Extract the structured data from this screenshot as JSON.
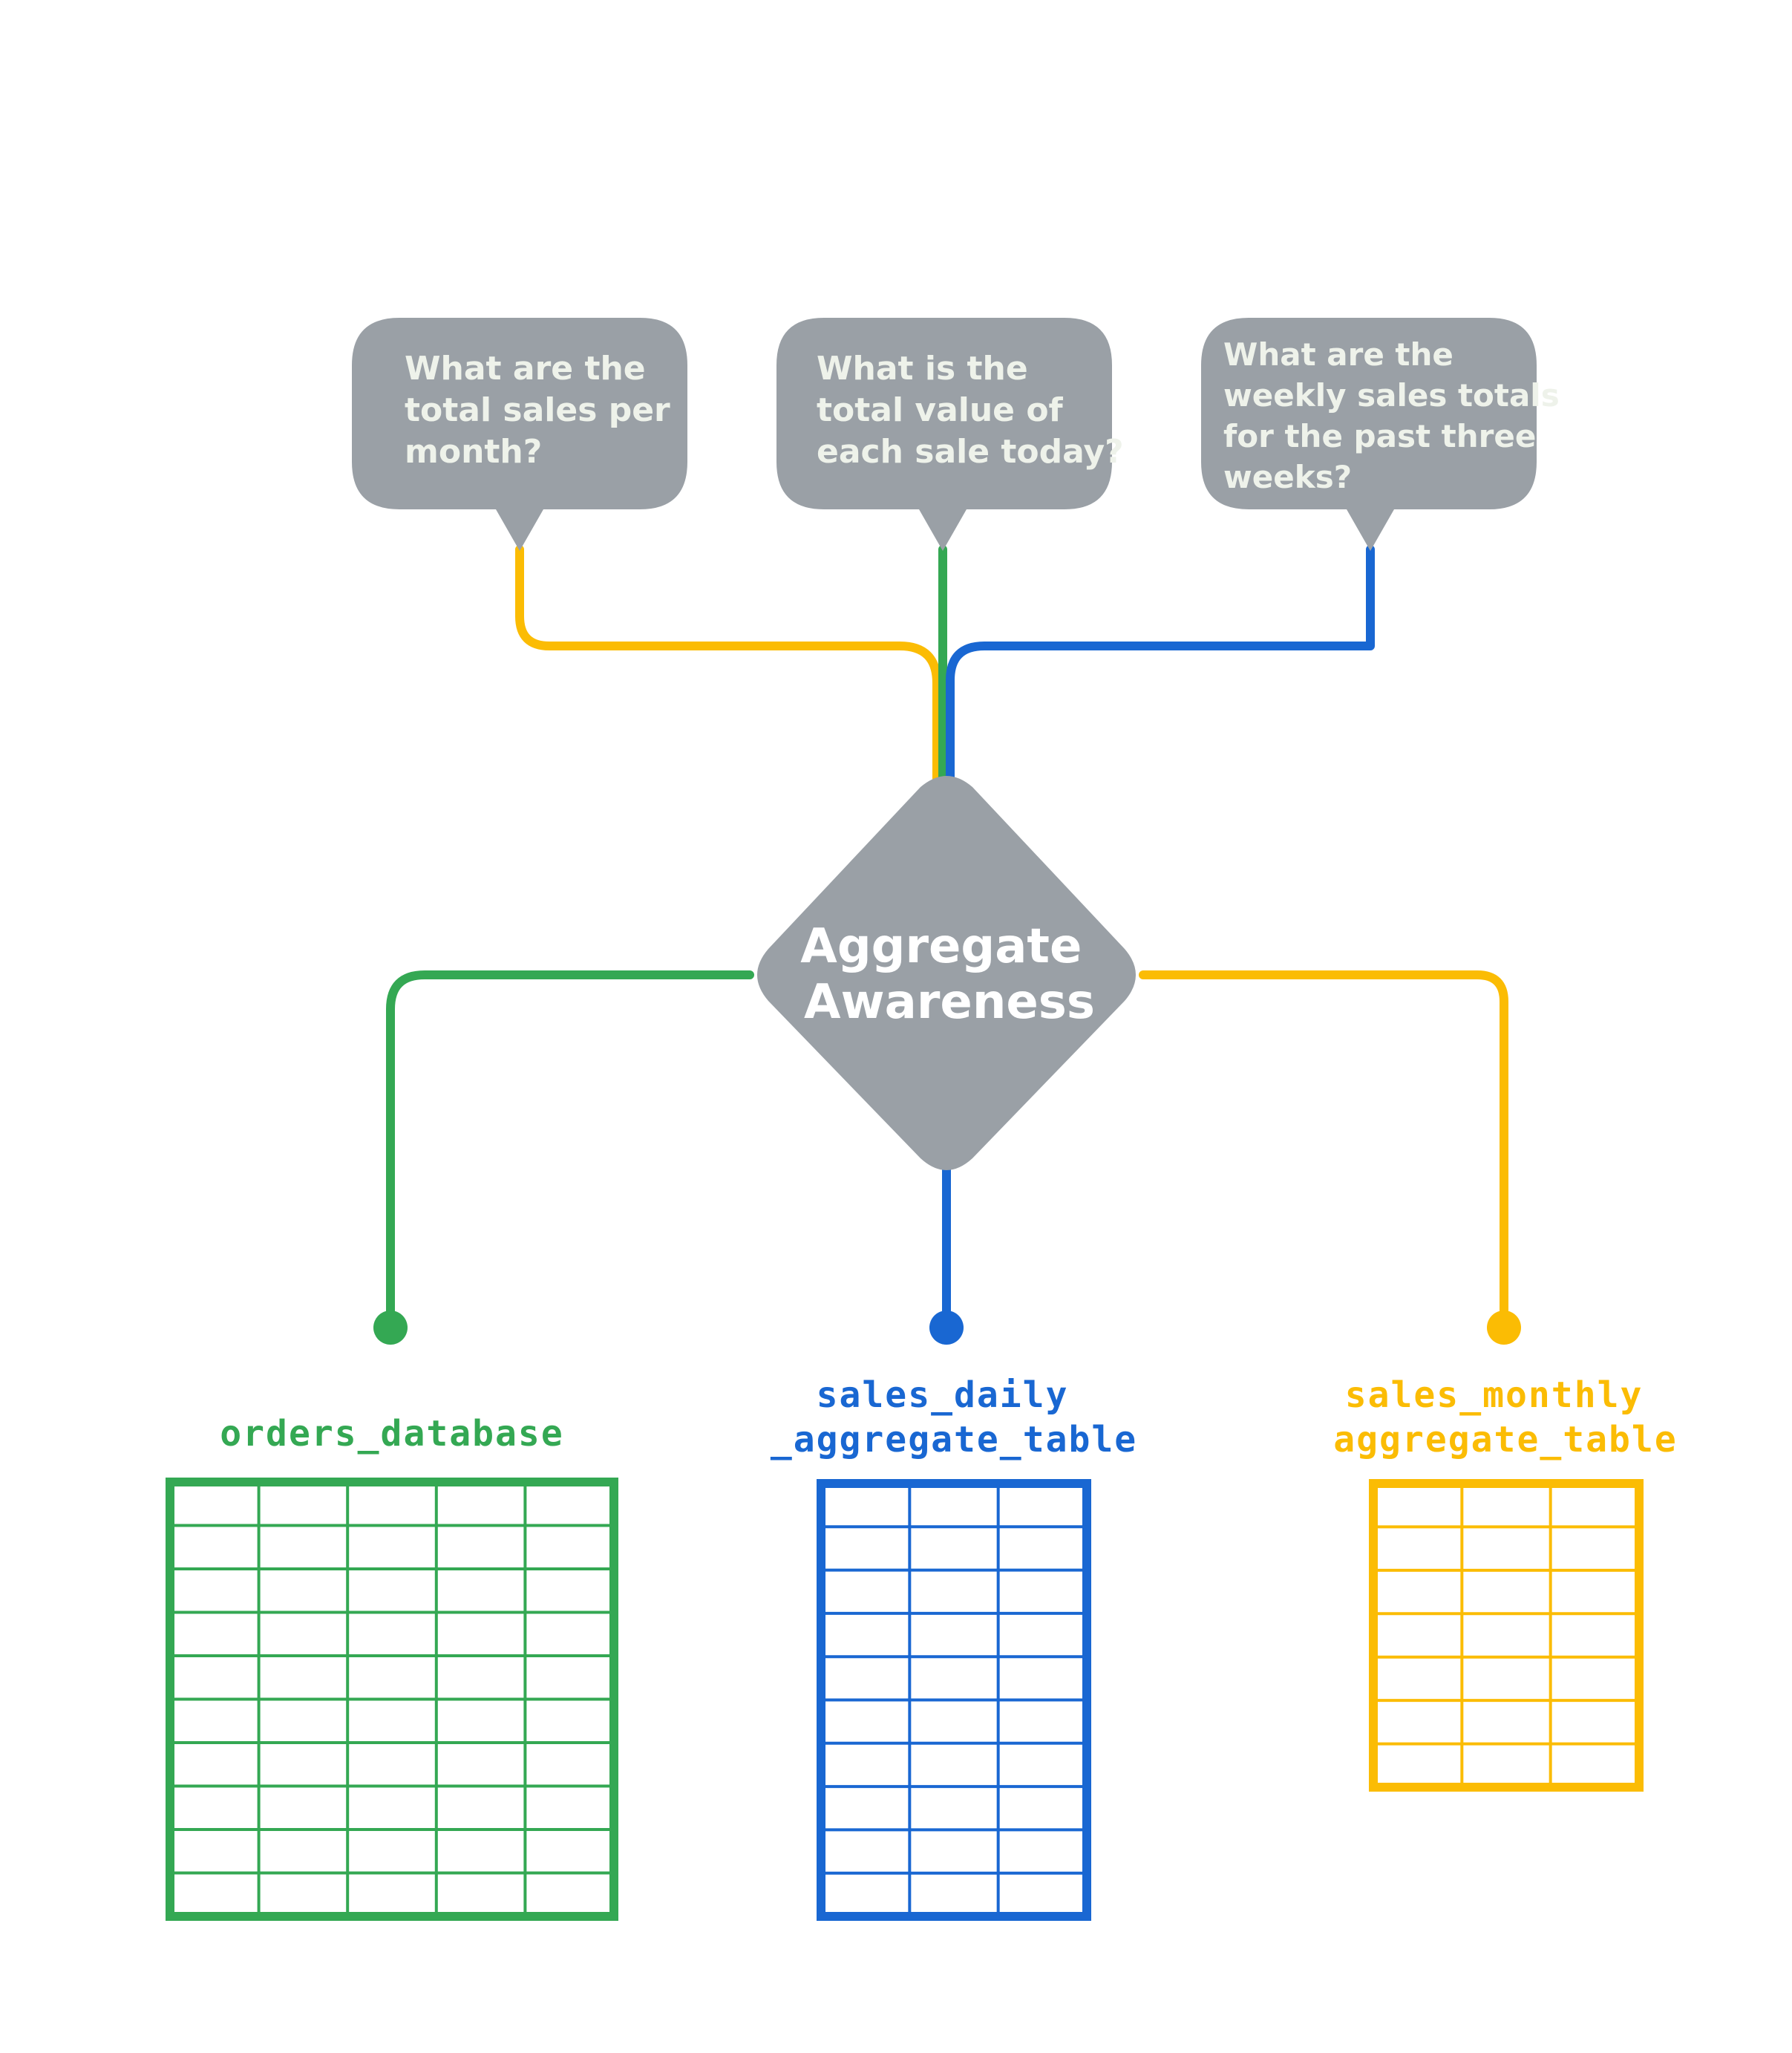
{
  "questions": [
    {
      "lines": [
        "What are the",
        "total sales per",
        "month?"
      ]
    },
    {
      "lines": [
        "What is the",
        "total value of",
        "each sale today?"
      ]
    },
    {
      "lines": [
        "What are the",
        "weekly sales totals",
        "for the past three",
        "weeks?"
      ]
    }
  ],
  "center": {
    "lines": [
      "Aggregate",
      "Awareness"
    ]
  },
  "tables": [
    {
      "lines": [
        "orders_database"
      ],
      "color": "#34a853",
      "columns": 5,
      "rows": 10
    },
    {
      "lines": [
        "sales_daily",
        "_aggregate_table"
      ],
      "color": "#1967d2",
      "columns": 3,
      "rows": 10
    },
    {
      "lines": [
        "sales_monthly",
        "aggregate_table"
      ],
      "color": "#fbbc04",
      "columns": 3,
      "rows": 7
    }
  ],
  "colors": {
    "bubble": "#9aa0a6",
    "text_light": "#eef2ea",
    "green": "#34a853",
    "blue": "#1967d2",
    "yellow": "#fbbc04"
  }
}
